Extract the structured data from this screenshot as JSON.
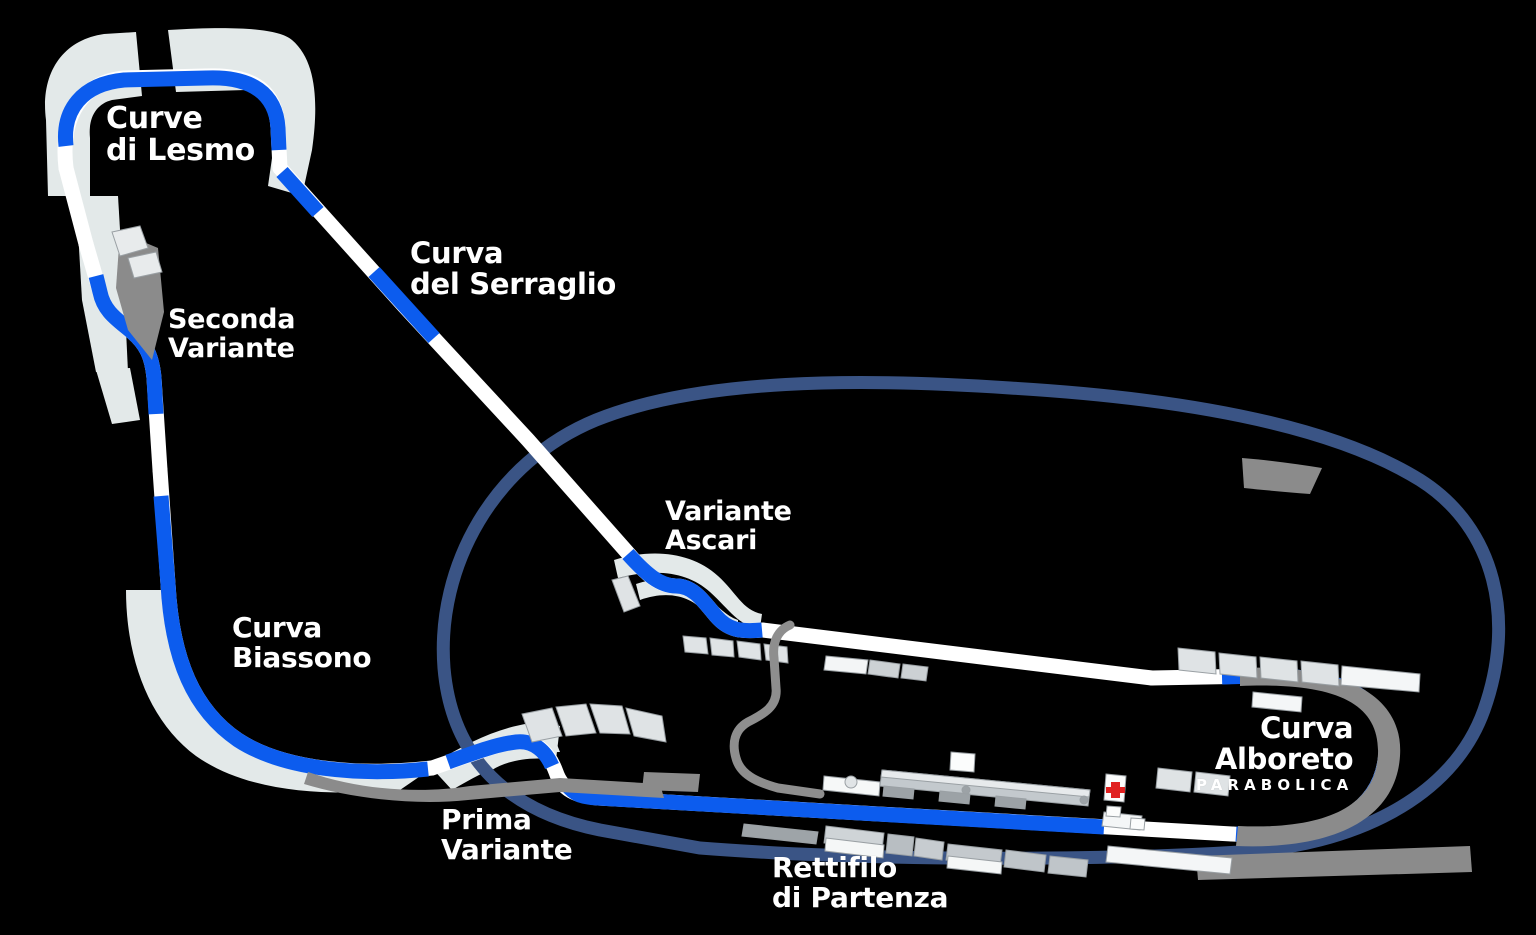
{
  "map": {
    "title": "Autodromo Nazionale Monza circuit map",
    "background_color": "#000000",
    "colors": {
      "track_asphalt": "#ffffff",
      "track_corner_accent": "#0c5cee",
      "old_oval_track": "#3a5485",
      "runoff_light": "#e3e9e9",
      "gravel_grey": "#8b8b8b",
      "building_grey": "#b9bfc3",
      "building_light": "#f2f4f5",
      "medical_cross": "#e02020",
      "label_text": "#ffffff"
    }
  },
  "labels": [
    {
      "id": "curve-di-lesmo",
      "line1": "Curve",
      "line2": "di Lesmo"
    },
    {
      "id": "curva-del-serraglio",
      "line1": "Curva",
      "line2": "del Serraglio"
    },
    {
      "id": "seconda-variante",
      "line1": "Seconda",
      "line2": "Variante"
    },
    {
      "id": "variante-ascari",
      "line1": "Variante",
      "line2": "Ascari"
    },
    {
      "id": "curva-biassono",
      "line1": "Curva",
      "line2": "Biassono"
    },
    {
      "id": "curva-alboreto",
      "line1": "Curva",
      "line2": "Alboreto",
      "line3": "PARABOLICA"
    },
    {
      "id": "prima-variante",
      "line1": "Prima",
      "line2": "Variante"
    },
    {
      "id": "rettifilo-di-partenza",
      "line1": "Rettifilo",
      "line2": "di Partenza"
    }
  ]
}
